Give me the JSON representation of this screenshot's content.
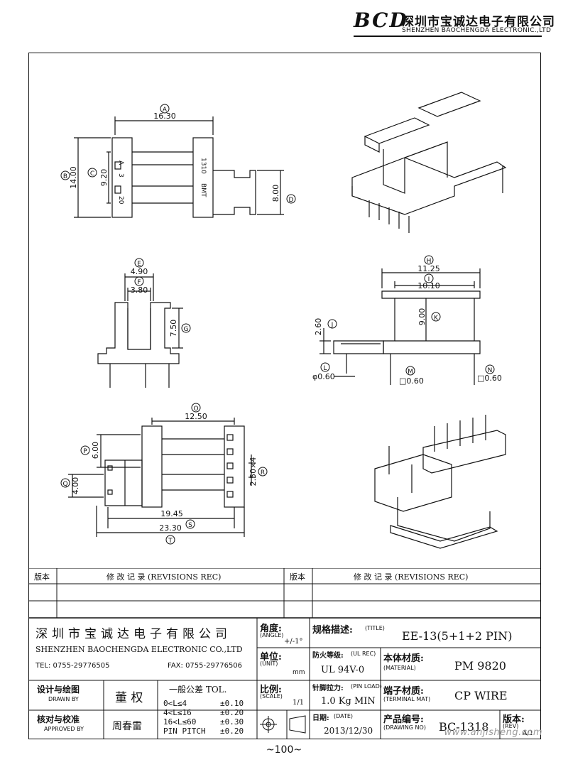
{
  "header": {
    "logo": "BCD",
    "company_cn": "深圳市宝诚达电子有限公司",
    "company_en": "SHENZHEN BAOCHENGDA ELECTRONIC.,LTD"
  },
  "drawing": {
    "top_view": {
      "label_A": "A",
      "dim_A": "16.30",
      "label_B": "B",
      "dim_B": "14.00",
      "label_C": "C",
      "dim_C": "9.20",
      "label_D": "D",
      "dim_D": "8.00",
      "marks": [
        "A",
        "3",
        "20",
        "1310",
        "BMT"
      ]
    },
    "side_view": {
      "label_E": "E",
      "dim_E": "4.90",
      "label_F": "F",
      "dim_F": "3.80",
      "label_G": "G",
      "dim_G": "7.50"
    },
    "front_view": {
      "label_H": "H",
      "dim_H": "11.25",
      "label_I": "I",
      "dim_I": "10.10",
      "label_J": "J",
      "dim_J": "2.60",
      "label_K": "K",
      "dim_K": "9.00",
      "label_L": "L",
      "dim_L": "φ0.60",
      "label_M": "M",
      "dim_M": "□0.60",
      "label_N": "N",
      "dim_N": "□0.60"
    },
    "bottom_view": {
      "label_O": "O",
      "dim_O": "12.50",
      "label_P": "P",
      "dim_P": "6.00",
      "label_Q": "Q",
      "dim_Q": "4.00",
      "label_R": "R",
      "dim_R": "2.50×4",
      "label_S": "S",
      "dim_S": "19.45",
      "label_T": "T",
      "dim_T": "23.30"
    }
  },
  "revisions": {
    "col_version": "版本",
    "col_record": "修 改 记 录  (REVISIONS REC)"
  },
  "title_block": {
    "company_cn": "深圳市宝诚达电子有限公司",
    "company_en": "SHENZHEN BAOCHENGDA ELECTRONIC CO.,LTD",
    "tel": "TEL: 0755-29776505",
    "fax": "FAX: 0755-29776506",
    "angle_label": "角度:",
    "angle_label_en": "(ANGLE)",
    "angle_value": "+/-1°",
    "unit_label": "单位:",
    "unit_label_en": "(UNIT)",
    "unit_value": "mm",
    "scale_label": "比例:",
    "scale_label_en": "(SCALE)",
    "scale_value": "1/1",
    "title_label": "规格描述:",
    "title_label_en": "(TITLE)",
    "title_value": "EE-13(5+1+2 PIN)",
    "ul_label": "防火等级:",
    "ul_label_en": "(UL REC)",
    "ul_value": "UL 94V-0",
    "pin_load_label": "针脚拉力:",
    "pin_load_label_en": "(PIN LOAD)",
    "pin_load_value": "1.0 Kg MIN",
    "date_label": "日期:",
    "date_label_en": "(DATE)",
    "date_value": "2013/12/30",
    "material_label": "本体材质:",
    "material_label_en": "(MATERIAL)",
    "material_value": "PM 9820",
    "terminal_label": "端子材质:",
    "terminal_label_en": "(TERMINAL MAT)",
    "terminal_value": "CP WIRE",
    "drawing_no_label": "产品编号:",
    "drawing_no_label_en": "(DRAWING NO)",
    "drawing_no_value": "BC-1318",
    "rev_label": "版本:",
    "rev_label_en": "(REV)",
    "rev_value": "A/1",
    "drawn_label": "设计与绘图",
    "drawn_label_en": "DRAWN BY",
    "drawn_value": "董 权",
    "approved_label": "核对与校准",
    "approved_label_en": "APPROVED BY",
    "approved_value": "周春雷",
    "tol_title": "一般公差 TOL.",
    "tol_rows": [
      {
        "range": "0<L≤4",
        "value": "±0.10"
      },
      {
        "range": "4<L≤16",
        "value": "±0.20"
      },
      {
        "range": "16<L≤60",
        "value": "±0.30"
      },
      {
        "range": "PIN PITCH",
        "value": "±0.20"
      }
    ]
  },
  "footer": {
    "page": "~100~",
    "watermark": "www.anjisheng.com"
  }
}
